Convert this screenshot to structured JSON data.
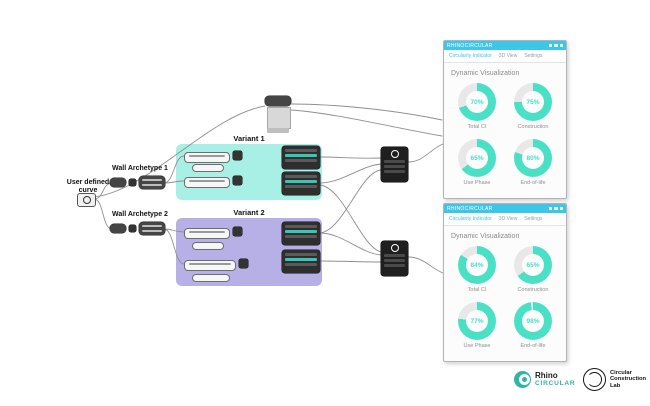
{
  "colors": {
    "titlebar": "#3EC6E8",
    "menu_active": "#3EC6E8",
    "donut_fill": "#4AE0C6",
    "donut_track": "#E8E8E8",
    "group1_bg": "#A8F0E6",
    "group2_bg": "#B7B0E6",
    "brand_teal": "#2FB5A8"
  },
  "canvas": {
    "user_curve_label_line1": "User defined",
    "user_curve_label_line2": "curve",
    "wall_archetype_1_label": "Wall Archetype 1",
    "wall_archetype_2_label": "Wall Archetype 2",
    "variant_1_label": "Variant 1",
    "variant_2_label": "Variant 2"
  },
  "panels": [
    {
      "titlebar_text": "RHINOCIRCULAR",
      "menu": [
        "Circularity Indicator",
        "3D View",
        "Settings"
      ],
      "heading": "Dynamic Visualization",
      "donuts": [
        {
          "label": "Total CI",
          "value": 70,
          "value_label": "70%"
        },
        {
          "label": "Construction",
          "value": 75,
          "value_label": "75%"
        },
        {
          "label": "Use Phase",
          "value": 65,
          "value_label": "65%"
        },
        {
          "label": "End-of-life",
          "value": 80,
          "value_label": "80%"
        }
      ]
    },
    {
      "titlebar_text": "RHINOCIRCULAR",
      "menu": [
        "Circularity Indicator",
        "3D View",
        "Settings"
      ],
      "heading": "Dynamic Visualization",
      "donuts": [
        {
          "label": "Total CI",
          "value": 84,
          "value_label": "84%"
        },
        {
          "label": "Construction",
          "value": 65,
          "value_label": "65%"
        },
        {
          "label": "Use Phase",
          "value": 77,
          "value_label": "77%"
        },
        {
          "label": "End-of-life",
          "value": 98,
          "value_label": "98%"
        }
      ]
    }
  ],
  "branding": {
    "rhino_name": "Rhino",
    "rhino_sub": "CIRCULAR",
    "ccl_line1": "Circular",
    "ccl_line2": "Construction",
    "ccl_line3": "Lab"
  }
}
